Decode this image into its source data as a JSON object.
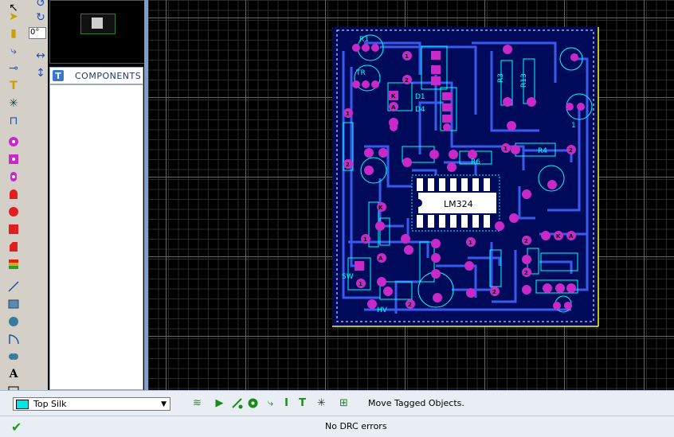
{
  "toolbar": {
    "angle_value": "0°"
  },
  "components": {
    "header_icon": "T",
    "label": "COMPONENTS"
  },
  "board": {
    "chip_label": "LM324",
    "labels": {
      "r1": "R1",
      "tr": "TR",
      "d1": "D1",
      "d4": "D4",
      "r3": "R3",
      "r13": "R13",
      "r4": "R4",
      "r6": "R6",
      "sw": "SW",
      "hv": "HV",
      "k": "K",
      "a": "A",
      "one": "1",
      "two": "2"
    },
    "colors": {
      "board_bg": "#000a5a",
      "track": "#3a5aee",
      "pad": "#c829c8",
      "silk": "#00ffff",
      "outline": "#ffff00"
    }
  },
  "layer": {
    "name": "Top Silk",
    "swatch_color": "#00e5e5"
  },
  "status": {
    "message": "Move Tagged Objects.",
    "drc": "No DRC errors"
  }
}
